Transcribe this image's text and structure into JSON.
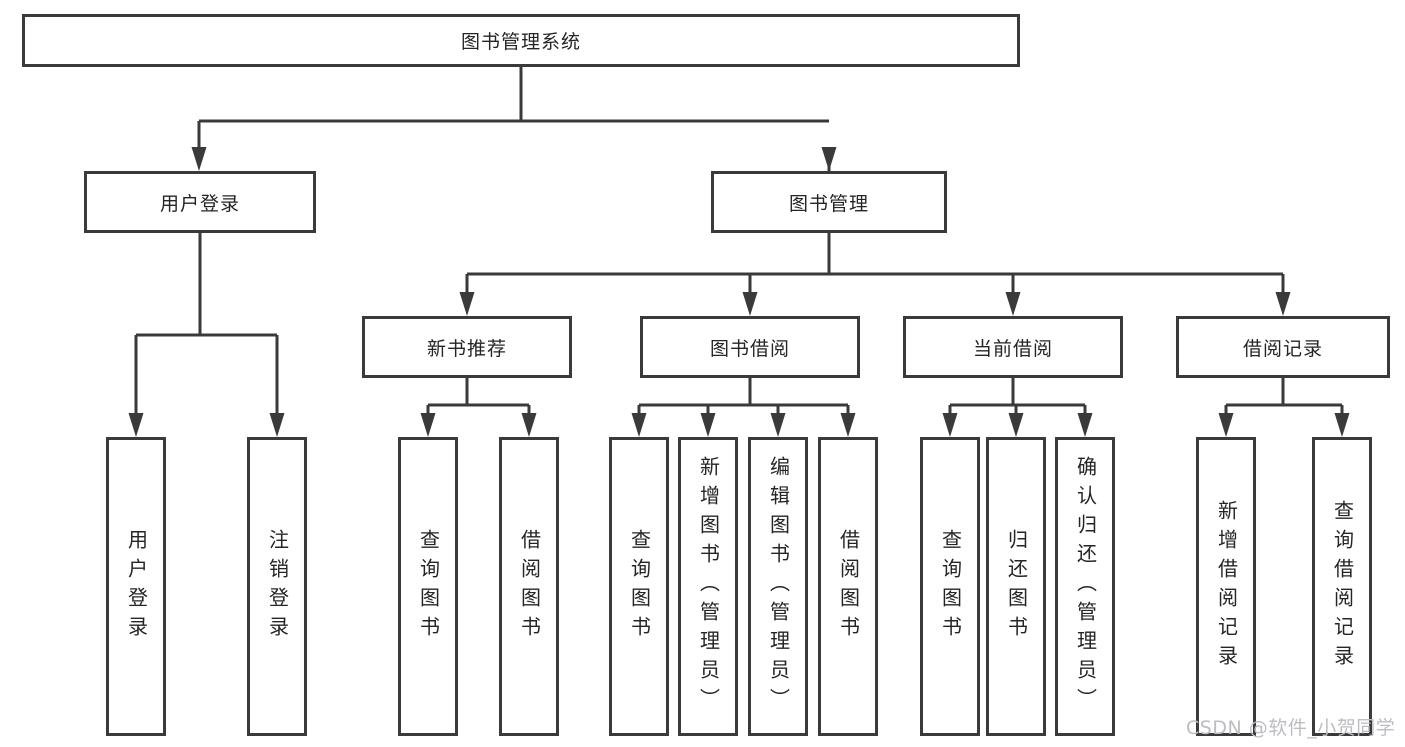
{
  "colors": {
    "background": "#ffffff",
    "line": "#3a3a3a",
    "box_border": "#3a3a3a",
    "text": "#252525",
    "watermark": "#bdbcc2"
  },
  "watermark": {
    "text": "CSDN @软件_小贺同学"
  },
  "tree": {
    "root": {
      "label": "图书管理系统"
    },
    "children": [
      {
        "label": "用户登录",
        "children": [
          {
            "label": "用户登录"
          },
          {
            "label": "注销登录"
          }
        ]
      },
      {
        "label": "图书管理",
        "children": [
          {
            "label": "新书推荐",
            "children": [
              {
                "label": "查询图书"
              },
              {
                "label": "借阅图书"
              }
            ]
          },
          {
            "label": "图书借阅",
            "children": [
              {
                "label": "查询图书"
              },
              {
                "label": "新增图书（管理员）"
              },
              {
                "label": "编辑图书（管理员）"
              },
              {
                "label": "借阅图书"
              }
            ]
          },
          {
            "label": "当前借阅",
            "children": [
              {
                "label": "查询图书"
              },
              {
                "label": "归还图书"
              },
              {
                "label": "确认归还（管理员）"
              }
            ]
          },
          {
            "label": "借阅记录",
            "children": [
              {
                "label": "新增借阅记录"
              },
              {
                "label": "查询借阅记录"
              }
            ]
          }
        ]
      }
    ]
  }
}
